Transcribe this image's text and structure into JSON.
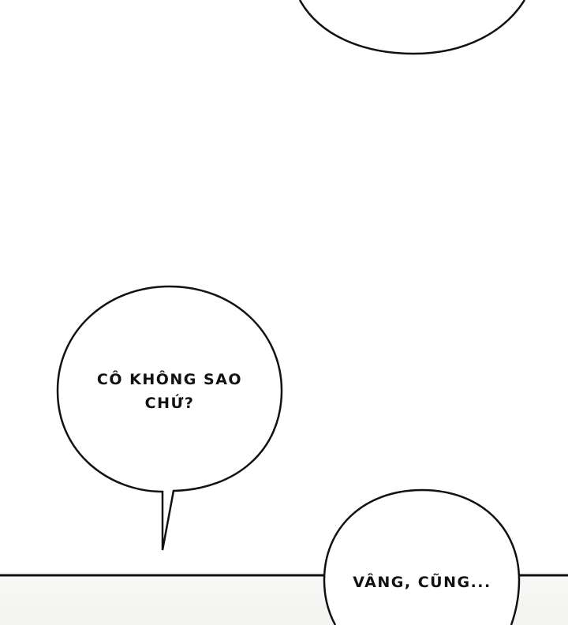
{
  "panel": {
    "background": "#ffffff",
    "line_color": "#111111",
    "bubbles": [
      {
        "id": "top-partial",
        "text": ""
      },
      {
        "id": "question",
        "text": "Cô không sao chứ?"
      },
      {
        "id": "reply",
        "text": "Vâng, cũng..."
      }
    ]
  }
}
